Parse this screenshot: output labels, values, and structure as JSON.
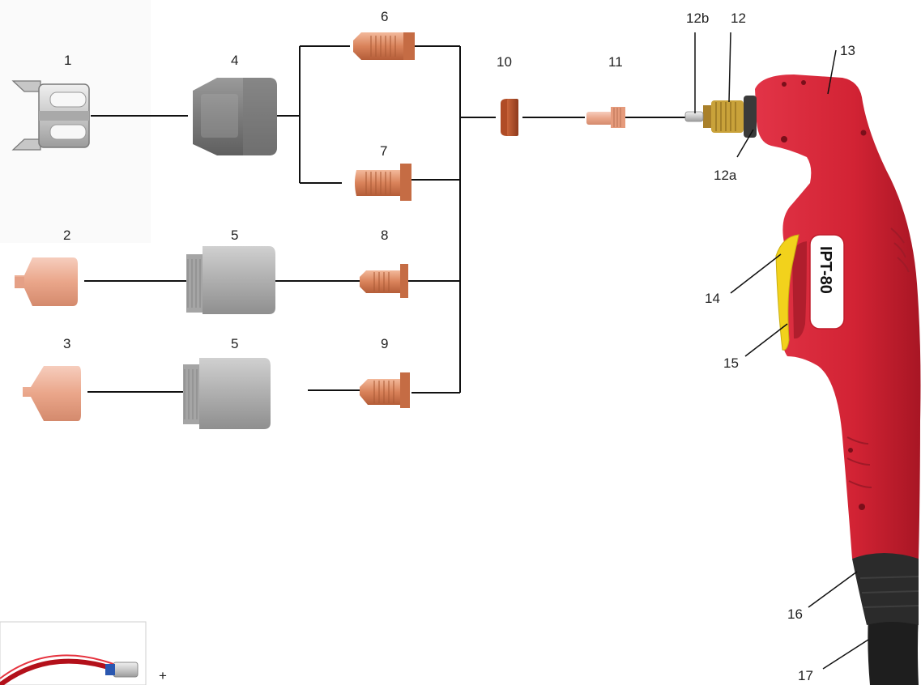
{
  "diagram": {
    "labels": {
      "p1": "1",
      "p2": "2",
      "p3": "3",
      "p4": "4",
      "p5a": "5",
      "p5b": "5",
      "p6": "6",
      "p7": "7",
      "p8": "8",
      "p9": "9",
      "p10": "10",
      "p11": "11",
      "p12": "12",
      "p12a": "12a",
      "p12b": "12b",
      "p13": "13",
      "p14": "14",
      "p15": "15",
      "p16": "16",
      "p17": "17",
      "plus": "+"
    },
    "handle_text": "IPT-80",
    "colors": {
      "copper": "#d9825a",
      "copper_light": "#f0b193",
      "ceramic": "#8d8d8d",
      "ceramic_light": "#b8b8b8",
      "torch_red": "#d8283a",
      "torch_dark": "#a61724",
      "trigger_yellow": "#f2d21c",
      "brass": "#c9a23a",
      "cable": "#2a2a2a",
      "line": "#111111"
    }
  }
}
